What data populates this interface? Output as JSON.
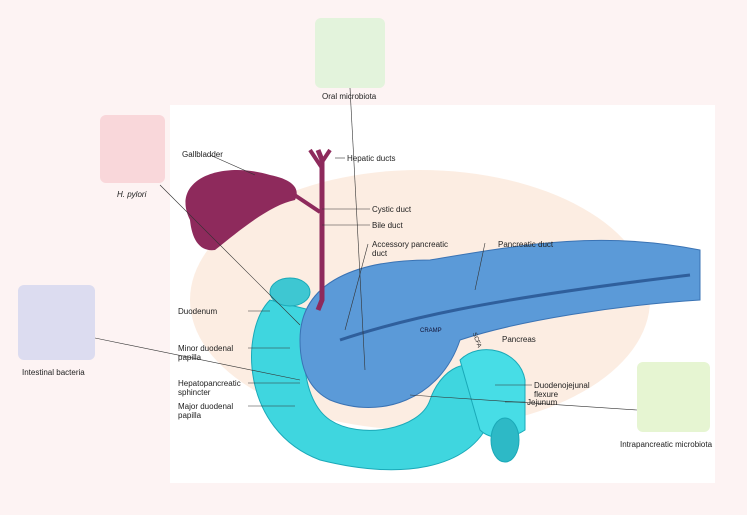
{
  "microbiota_boxes": {
    "oral": {
      "caption": "Oral microbiota",
      "color": "#e3f3dc"
    },
    "h_pylori": {
      "caption": "H. pylori",
      "color": "#f9d7da"
    },
    "intestinal": {
      "caption": "Intestinal bacteria",
      "color": "#dcdcf0"
    },
    "intrapancreatic": {
      "caption": "Intrapancreatic microbiota",
      "color": "#e6f5d2"
    }
  },
  "labels": {
    "gallbladder": "Gallbladder",
    "hepatic_ducts": "Hepatic ducts",
    "cystic_duct": "Cystic duct",
    "bile_duct": "Bile duct",
    "accessory_duct": "Accessory pancreatic duct",
    "pancreatic_duct": "Pancreatic duct",
    "duodenum": "Duodenum",
    "minor_papilla": "Minor duodenal papilla",
    "pancreas": "Pancreas",
    "hepatopancreatic": "Hepatopancreatic sphincter",
    "major_papilla": "Major duodenal papilla",
    "duodenojejunal": "Duodenojejunal flexure",
    "jejunum": "Jejunum",
    "cramp": "CRAMP",
    "scfa": "SCFA"
  },
  "colors": {
    "gallbladder": "#8e2a5c",
    "pancreas": "#5b9ad8",
    "duodenum": "#3fd6df",
    "background": "#fdf3f3"
  }
}
